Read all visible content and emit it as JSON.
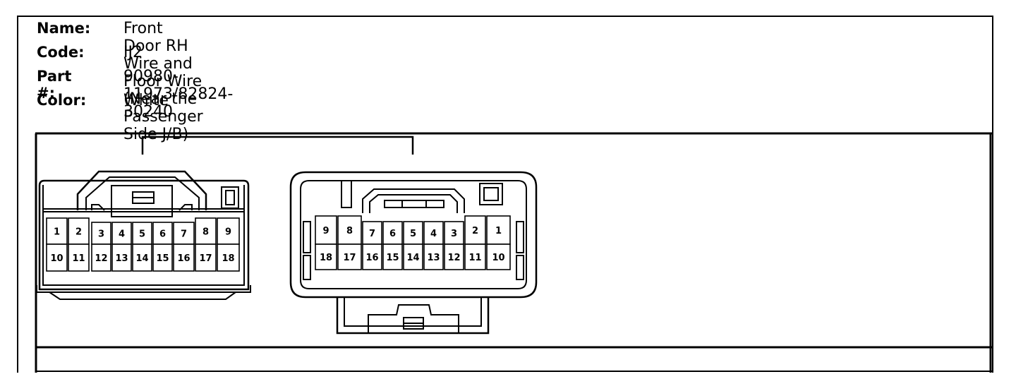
{
  "header": {
    "name_label": "Name:",
    "name_value": "Front Door RH Wire and Floor Wire (Near the Passenger Side J/B)",
    "code_label": "Code:",
    "code_value": "IJ2",
    "part_label": "Part #:",
    "part_value": "90980-11973/82824-30240",
    "color_label": "Color:",
    "color_value": "White"
  },
  "connector_left": {
    "top_row": [
      "1",
      "2",
      "3",
      "4",
      "5",
      "6",
      "7",
      "8",
      "9"
    ],
    "bottom_row": [
      "10",
      "11",
      "12",
      "13",
      "14",
      "15",
      "16",
      "17",
      "18"
    ]
  },
  "connector_right": {
    "top_row": [
      "9",
      "8",
      "7",
      "6",
      "5",
      "4",
      "3",
      "2",
      "1"
    ],
    "bottom_row": [
      "18",
      "17",
      "16",
      "15",
      "14",
      "13",
      "12",
      "11",
      "10"
    ]
  }
}
